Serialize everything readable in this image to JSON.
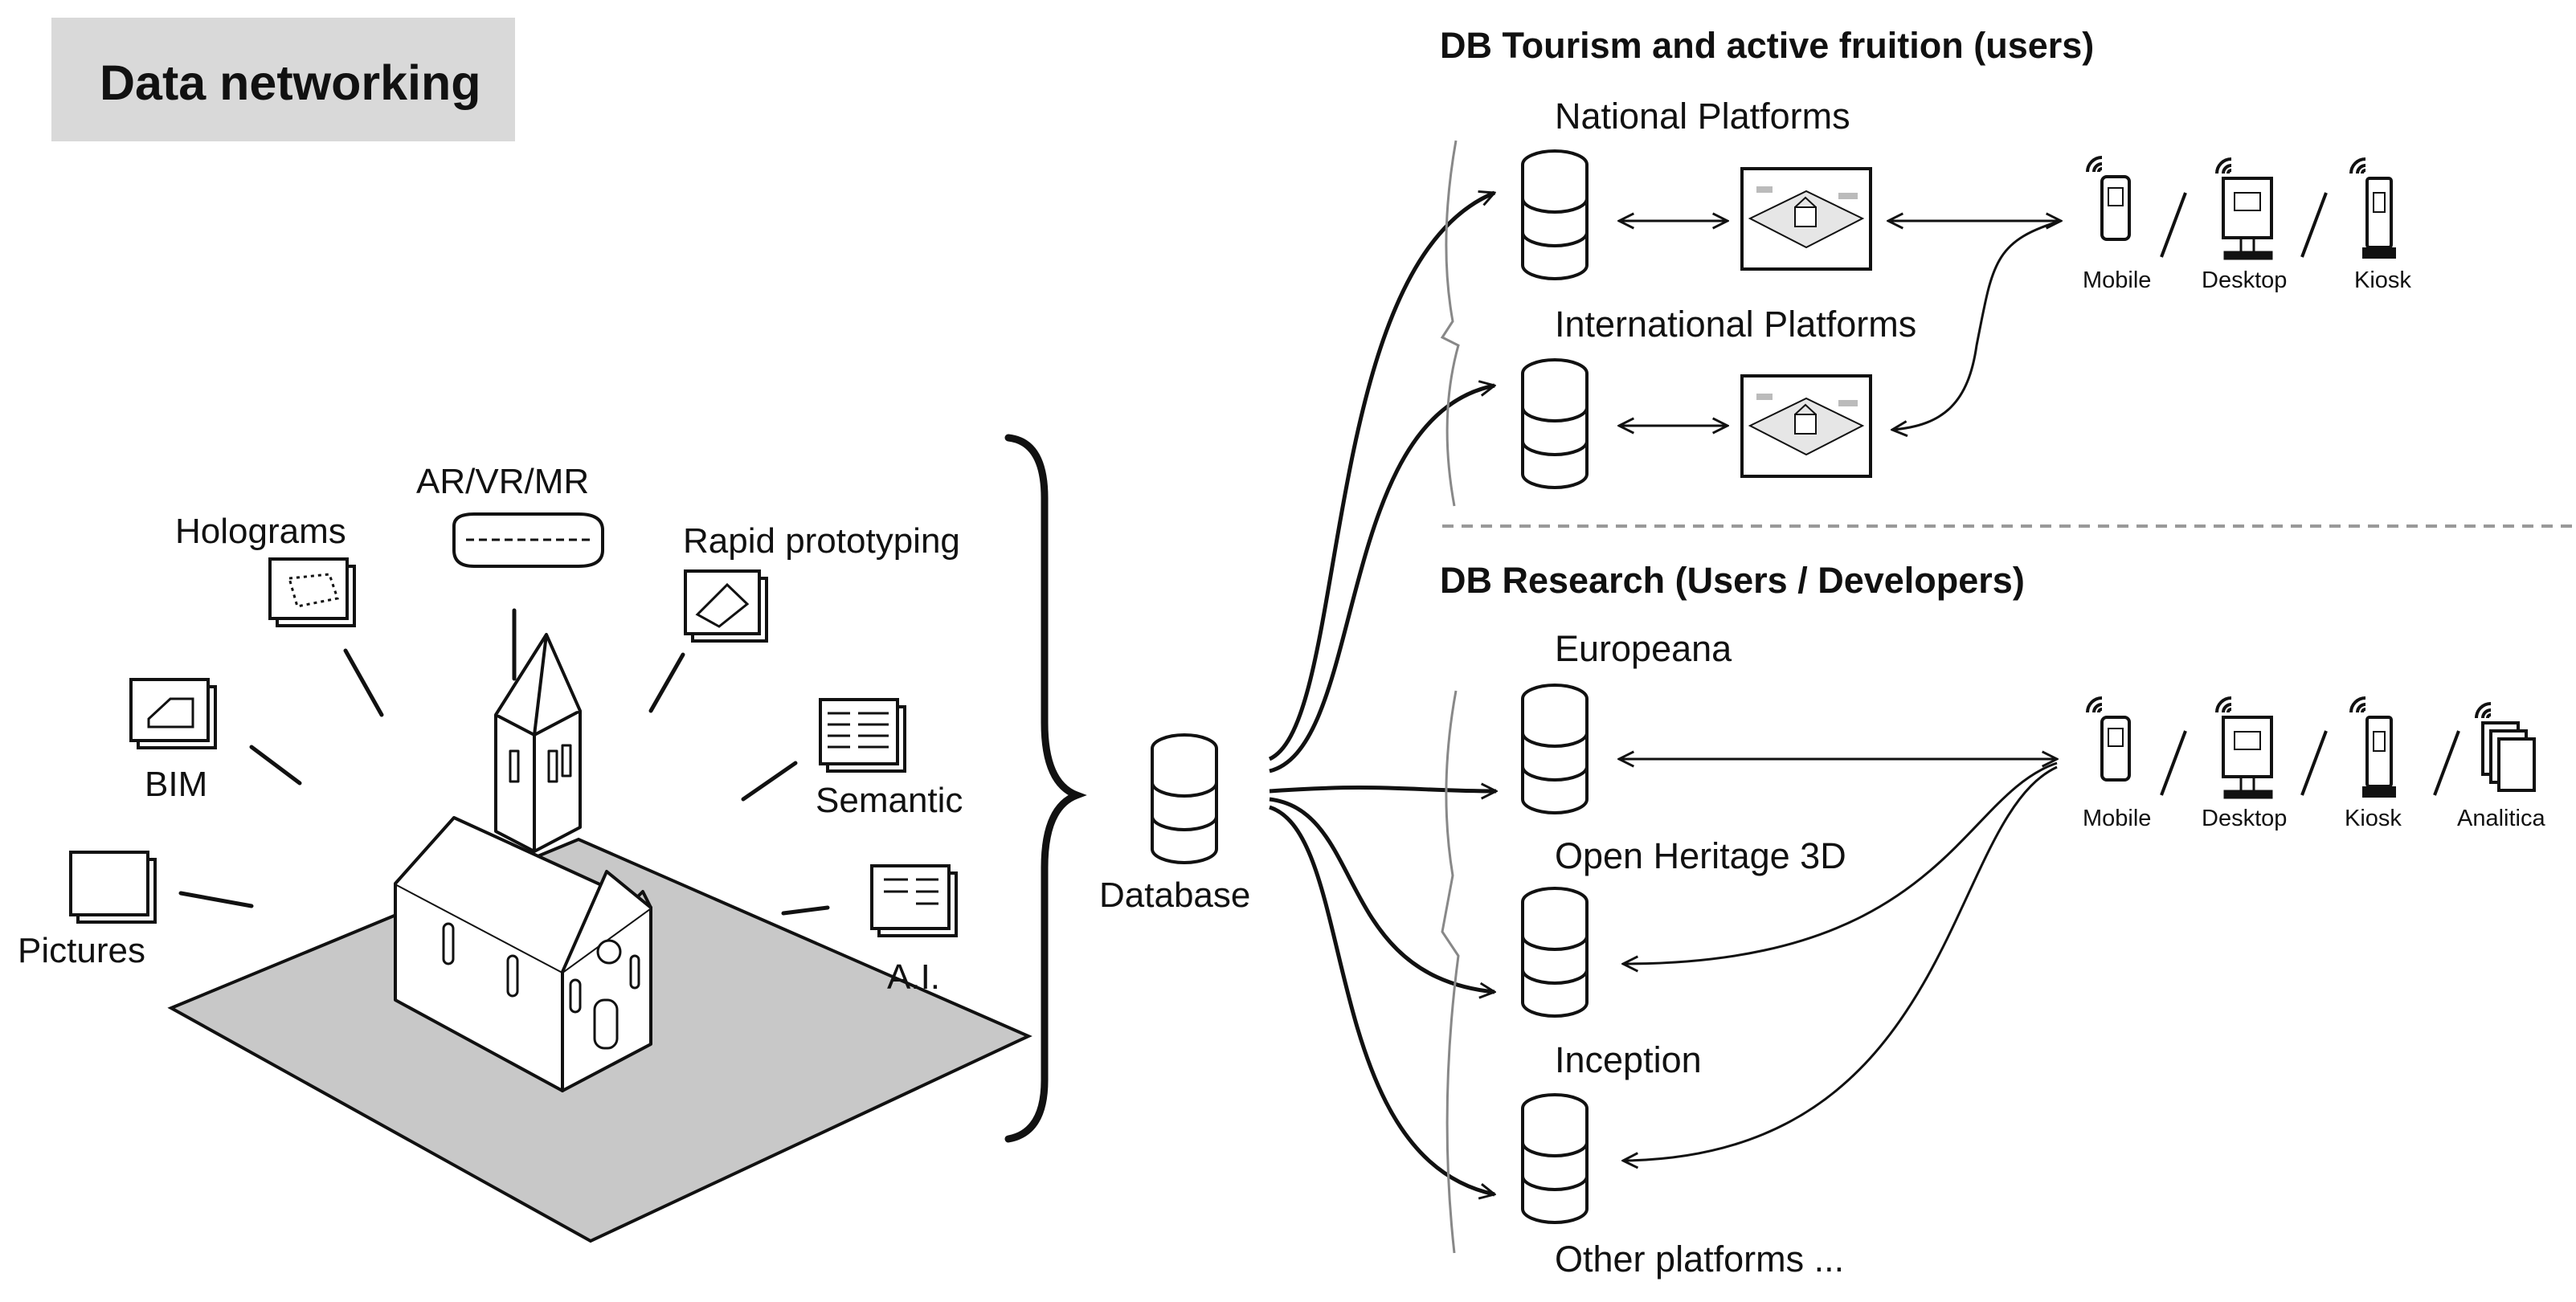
{
  "title": "Data networking",
  "left_labels": {
    "ar_vr_mr": "AR/VR/MR",
    "holograms": "Holograms",
    "rapid_prototyping": "Rapid prototyping",
    "bim": "BIM",
    "semantic": "Semantic",
    "pictures": "Pictures",
    "ai": "A.I."
  },
  "database_label": "Database",
  "tourism": {
    "heading": "DB Tourism and active fruition (users)",
    "platforms": [
      "National Platforms",
      "International Platforms"
    ],
    "devices": [
      "Mobile",
      "Desktop",
      "Kiosk"
    ]
  },
  "research": {
    "heading": "DB Research (Users / Developers)",
    "platforms": [
      "Europeana",
      "Open Heritage 3D",
      "Inception",
      "Other platforms ..."
    ],
    "devices": [
      "Mobile",
      "Desktop",
      "Kiosk",
      "Analitica"
    ]
  },
  "colors": {
    "ink": "#111111",
    "title_bg": "#d9d9d9",
    "ground": "#c8c8c8",
    "divider": "#999999"
  }
}
